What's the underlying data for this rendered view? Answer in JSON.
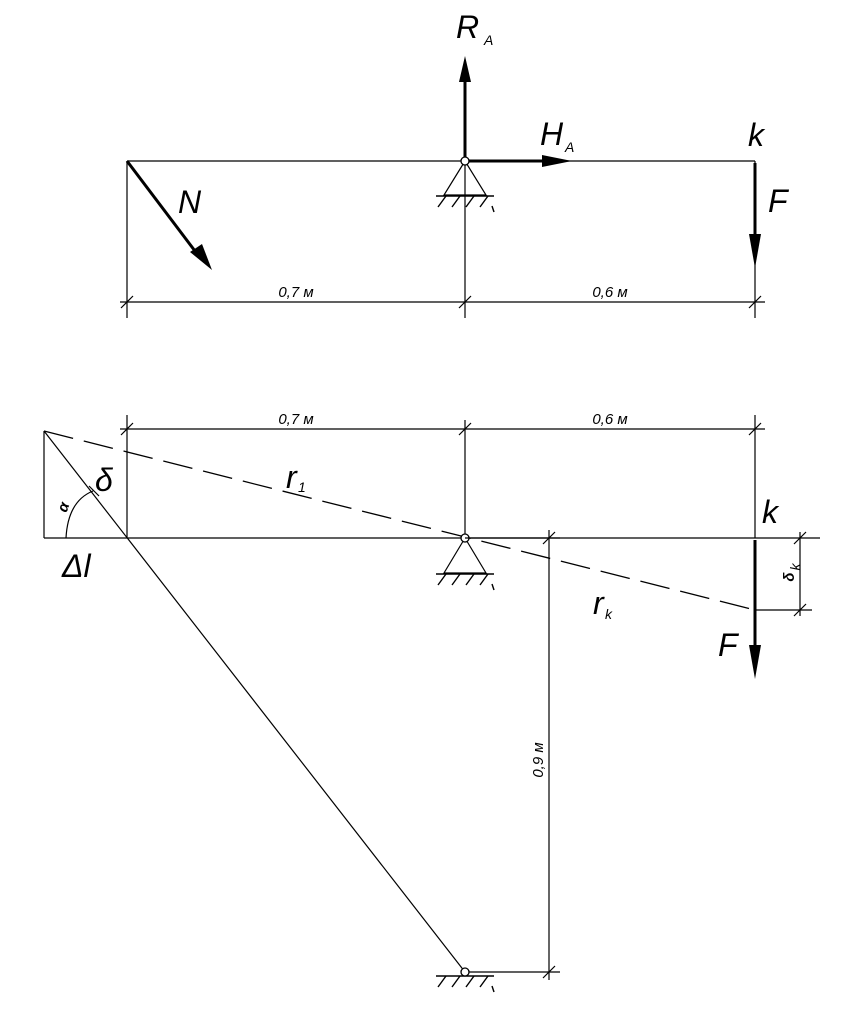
{
  "top": {
    "forces": {
      "reaction_vertical": "R",
      "reaction_vertical_sub": "A",
      "reaction_horizontal": "H",
      "reaction_horizontal_sub": "A",
      "rod_force": "N",
      "load": "F"
    },
    "point_label": "k",
    "dims": {
      "left": "0,7 м",
      "right": "0,6 м"
    }
  },
  "bottom": {
    "point_label": "k",
    "load": "F",
    "delta": "δ",
    "delta_l": "Δl",
    "alpha": "α",
    "r1": "r",
    "r1_sub": "1",
    "rk": "r",
    "rk_sub": "k",
    "delta_k": "δ",
    "delta_k_sub": "k",
    "dims": {
      "left": "0,7 м",
      "right": "0,6 м",
      "vertical": "0,9 м"
    }
  }
}
